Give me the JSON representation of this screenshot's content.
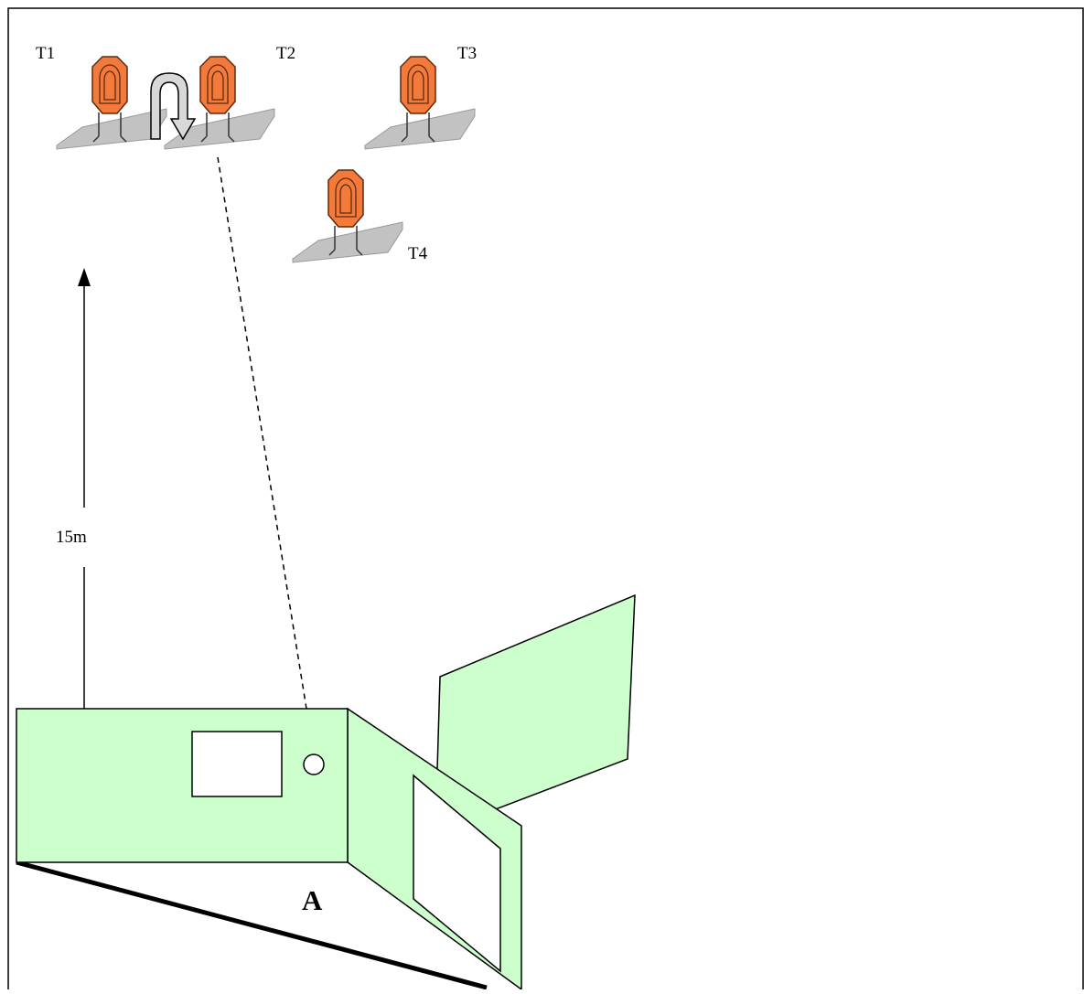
{
  "diagram": {
    "targets": [
      {
        "id": "T1",
        "label": "T1"
      },
      {
        "id": "T2",
        "label": "T2"
      },
      {
        "id": "T3",
        "label": "T3"
      },
      {
        "id": "T4",
        "label": "T4"
      }
    ],
    "distance_label": "15m",
    "position_label": "A",
    "colors": {
      "target_orange": "#f47a3c",
      "target_outline": "#5a2a10",
      "base_gray": "#c2c2c2",
      "barricade_green": "#ccffcc",
      "line": "#000000"
    },
    "icons": [
      "rotation-arrow-icon",
      "distance-arrow-icon",
      "target-icon"
    ]
  }
}
